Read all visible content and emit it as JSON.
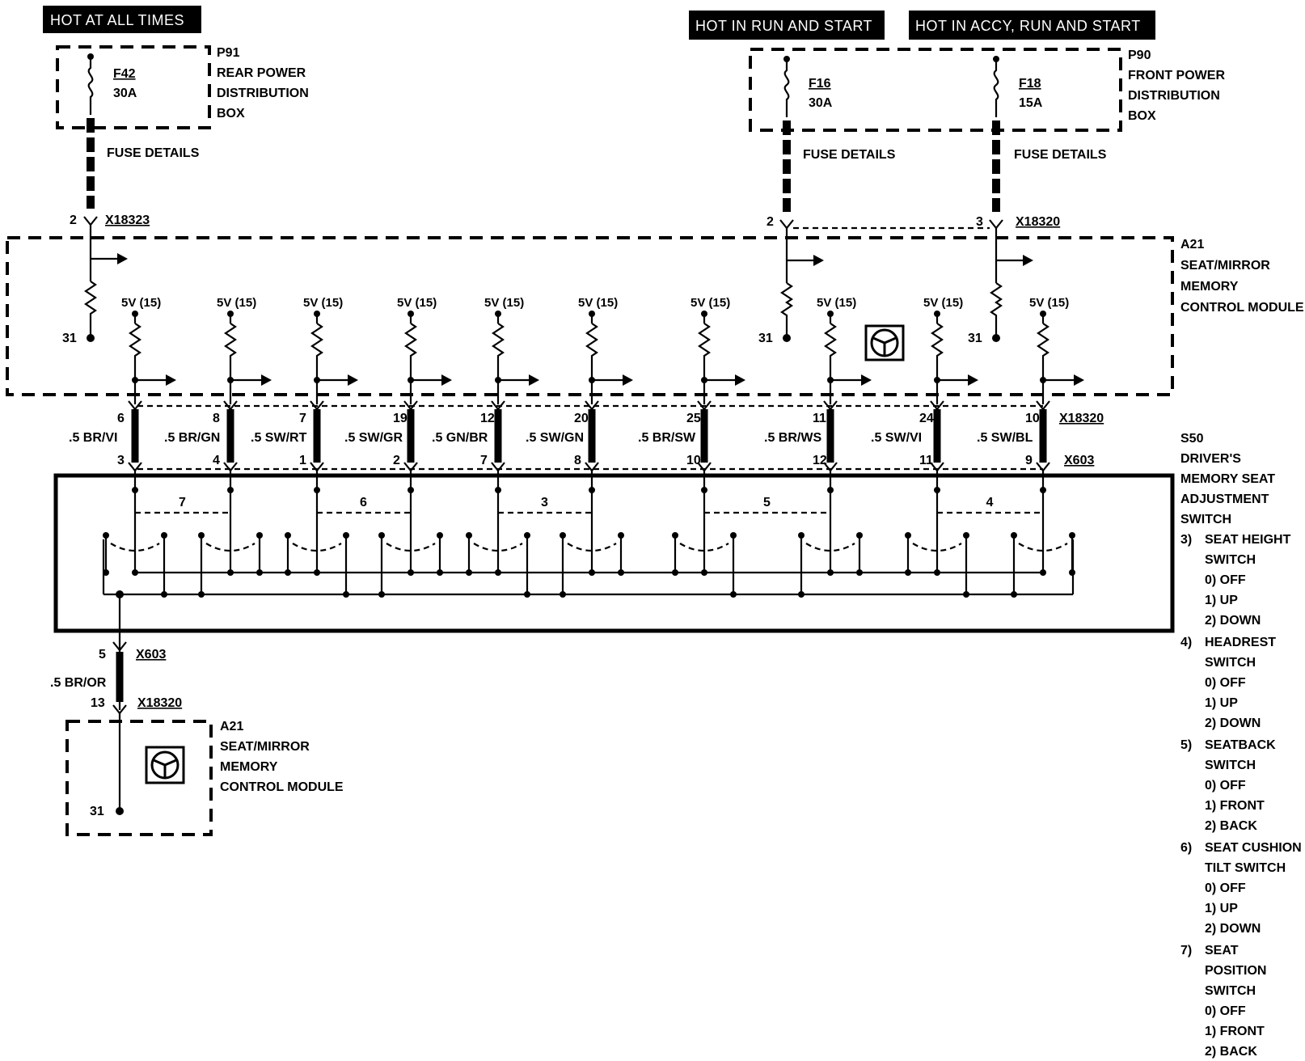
{
  "headers": {
    "hot_at_all_times": "HOT AT ALL TIMES",
    "hot_in_run_start": "HOT IN RUN AND START",
    "hot_in_accy": "HOT IN ACCY, RUN AND START"
  },
  "p91": {
    "id": "P91",
    "lines": [
      "REAR POWER",
      "DISTRIBUTION",
      "BOX"
    ],
    "fuse_name": "F42",
    "fuse_rating": "30A",
    "fuse_details": "FUSE DETAILS",
    "pin": "2",
    "connector": "X18323"
  },
  "p90": {
    "id": "P90",
    "lines": [
      "FRONT POWER",
      "DISTRIBUTION",
      "BOX"
    ],
    "fuse1_name": "F16",
    "fuse1_rating": "30A",
    "fuse2_name": "F18",
    "fuse2_rating": "15A",
    "fuse_details_1": "FUSE DETAILS",
    "fuse_details_2": "FUSE DETAILS",
    "pin1": "2",
    "pin2": "3",
    "connector": "X18320"
  },
  "module": {
    "id": "A21",
    "lines": [
      "SEAT/MIRROR",
      "MEMORY",
      "CONTROL MODULE"
    ],
    "ground_label": "31",
    "supply_label": "5V (15)"
  },
  "wires": [
    {
      "pin_top": "6",
      "color": ".5 BR/VI",
      "pin_bottom": "3"
    },
    {
      "pin_top": "8",
      "color": ".5 BR/GN",
      "pin_bottom": "4"
    },
    {
      "pin_top": "7",
      "color": ".5 SW/RT",
      "pin_bottom": "1"
    },
    {
      "pin_top": "19",
      "color": ".5 SW/GR",
      "pin_bottom": "2"
    },
    {
      "pin_top": "12",
      "color": ".5 GN/BR",
      "pin_bottom": "7"
    },
    {
      "pin_top": "20",
      "color": ".5 SW/GN",
      "pin_bottom": "8"
    },
    {
      "pin_top": "25",
      "color": ".5 BR/SW",
      "pin_bottom": "10"
    },
    {
      "pin_top": "11",
      "color": ".5 BR/WS",
      "pin_bottom": "12"
    },
    {
      "pin_top": "24",
      "color": ".5 SW/VI",
      "pin_bottom": "11"
    },
    {
      "pin_top": "10",
      "color": ".5 SW/BL",
      "pin_bottom": "9"
    }
  ],
  "connectors": {
    "module_side": "X18320",
    "switch_side": "X603"
  },
  "switch": {
    "id": "S50",
    "lines": [
      "DRIVER'S",
      "MEMORY SEAT",
      "ADJUSTMENT",
      "SWITCH"
    ],
    "group_numbers": [
      "7",
      "6",
      "3",
      "5",
      "4"
    ],
    "legend": [
      {
        "num": "3)",
        "lines": [
          "SEAT HEIGHT",
          "SWITCH",
          "0) OFF",
          "1) UP",
          "2) DOWN"
        ]
      },
      {
        "num": "4)",
        "lines": [
          "HEADREST",
          "SWITCH",
          "0) OFF",
          "1) UP",
          "2) DOWN"
        ]
      },
      {
        "num": "5)",
        "lines": [
          "SEATBACK",
          "SWITCH",
          "0) OFF",
          "1) FRONT",
          "2) BACK"
        ]
      },
      {
        "num": "6)",
        "lines": [
          "SEAT CUSHION",
          "TILT SWITCH",
          "0) OFF",
          "1) UP",
          "2) DOWN"
        ]
      },
      {
        "num": "7)",
        "lines": [
          "SEAT",
          "POSITION",
          "SWITCH",
          "0) OFF",
          "1) FRONT",
          "2) BACK"
        ]
      }
    ]
  },
  "bottom": {
    "pin_top": "5",
    "connector_top": "X603",
    "color": ".5 BR/OR",
    "pin_bottom": "13",
    "connector_bottom": "X18320",
    "module_id": "A21",
    "module_lines": [
      "SEAT/MIRROR",
      "MEMORY",
      "CONTROL MODULE"
    ],
    "ground_label": "31"
  }
}
